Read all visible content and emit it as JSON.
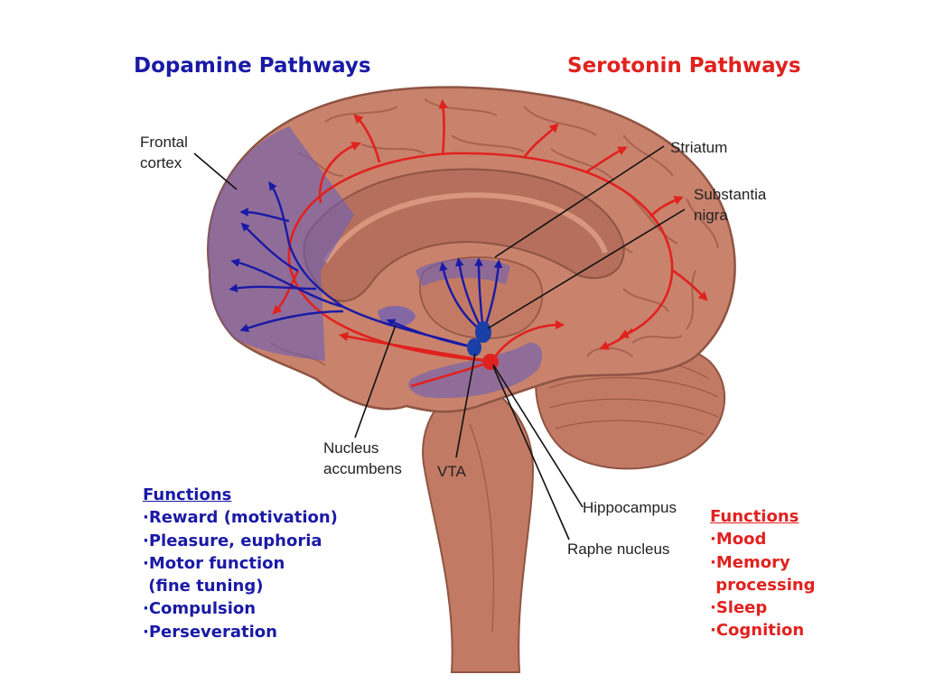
{
  "titles": {
    "dopamine": "Dopamine Pathways",
    "serotonin": "Serotonin Pathways"
  },
  "labels": {
    "frontal_cortex_line1": "Frontal",
    "frontal_cortex_line2": "cortex",
    "striatum": "Striatum",
    "substantia_nigra_line1": "Substantia",
    "substantia_nigra_line2": "nigra",
    "nucleus_accumbens_line1": "Nucleus",
    "nucleus_accumbens_line2": "accumbens",
    "vta": "VTA",
    "hippocampus": "Hippocampus",
    "raphe_nucleus": "Raphe nucleus"
  },
  "dopamine_functions": {
    "heading": "Functions",
    "items": [
      "·Reward (motivation)",
      "·Pleasure, euphoria",
      "·Motor function",
      " (fine tuning)",
      "·Compulsion",
      "·Perseveration"
    ]
  },
  "serotonin_functions": {
    "heading": "Functions",
    "items": [
      "·Mood",
      "·Memory",
      " processing",
      "·Sleep",
      "·Cognition"
    ]
  },
  "colors": {
    "dopamine": "#1a1aa6",
    "serotonin": "#e0221f",
    "brain": "#c9826c",
    "dopamine_region": "#7266b8"
  }
}
